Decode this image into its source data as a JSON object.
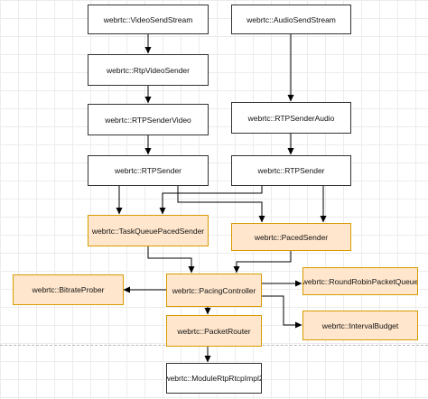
{
  "diagram": {
    "nodes": {
      "video_send_stream": "webrtc::VideoSendStream",
      "audio_send_stream": "webrtc::AudioSendStream",
      "rtp_video_sender": "webrtc::RtpVideoSender",
      "rtp_sender_video": "webrtc::RTPSenderVideo",
      "rtp_sender_audio": "webrtc::RTPSenderAudio",
      "rtp_sender_video_path": "webrtc::RTPSender",
      "rtp_sender_audio_path": "webrtc::RTPSender",
      "task_queue_paced_sender": "webrtc::TaskQueuePacedSender",
      "paced_sender": "webrtc::PacedSender",
      "bitrate_prober": "webrtc::BitrateProber",
      "pacing_controller": "webrtc::PacingController",
      "round_robin_packet_queue": "webrtc::RoundRobinPacketQueue",
      "packet_router": "webrtc::PacketRouter",
      "interval_budget": "webrtc::IntervalBudget",
      "module_rtp_rtcp_impl2": "webrtc::ModuleRtpRtcpImpl2"
    },
    "colors": {
      "plain_fill": "#ffffff",
      "plain_stroke": "#333333",
      "highlight_fill": "#ffe6cc",
      "highlight_stroke": "#d79b00",
      "edge": "#000000"
    }
  }
}
